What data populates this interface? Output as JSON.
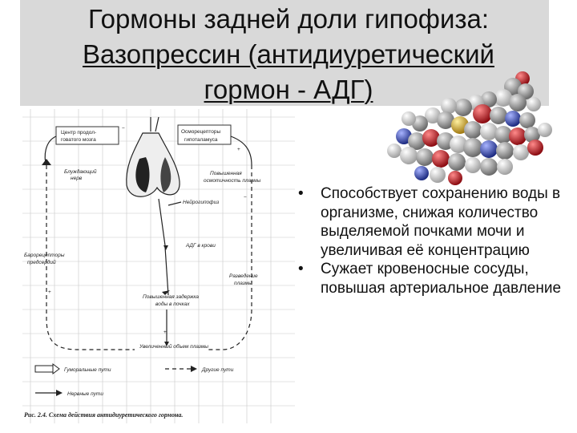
{
  "title": {
    "line1": "Гормоны задней доли гипофиза:",
    "line2": "Вазопрессин (антидиуретический",
    "line3": "гормон - АДГ)"
  },
  "diagram": {
    "box_left": "Центр продол-",
    "box_left_2": "говатого мозга",
    "box_right": "Осморецепторы",
    "box_right_2": "гипоталамуса",
    "vagus": "Блуждающий",
    "vagus_2": "нерв",
    "neurohypophysis": "Нейрогипофиз",
    "adh_blood": "АДГ в крови",
    "baroreceptors": "Барорецепторы",
    "baroreceptors_2": "предсердий",
    "osmo_increase": "Повышенная",
    "osmo_increase_2": "осмотичность плазмы",
    "plasma_dilution": "Разведение",
    "plasma_dilution_2": "плазмы",
    "water_reabs": "Повышенная задержка",
    "water_reabs_2": "воды в почках",
    "volume_increase": "Увеличенный объем плазмы",
    "legend_humoral": "Гуморальные пути",
    "legend_other": "Другие пути",
    "legend_neural": "Нервные пути",
    "caption": "Рис. 2.4. Схема действия антидиуретического гормона.",
    "plus": "+",
    "minus": "−"
  },
  "bullets": [
    {
      "marker": "•",
      "text": "Способствует сохранению воды в организме, снижая количество выделяемой почками мочи и увеличивая её концентрацию"
    },
    {
      "marker": "•",
      "text": "Сужает кровеносные сосуды, повышая артериальное давление"
    }
  ],
  "colors": {
    "band": "#d9d9d9",
    "carbon": "#9a9a9a",
    "oxygen": "#d0202a",
    "nitrogen": "#3a4fb0",
    "sulfur": "#d8b030",
    "hydrogen": "#e6e6e6"
  }
}
